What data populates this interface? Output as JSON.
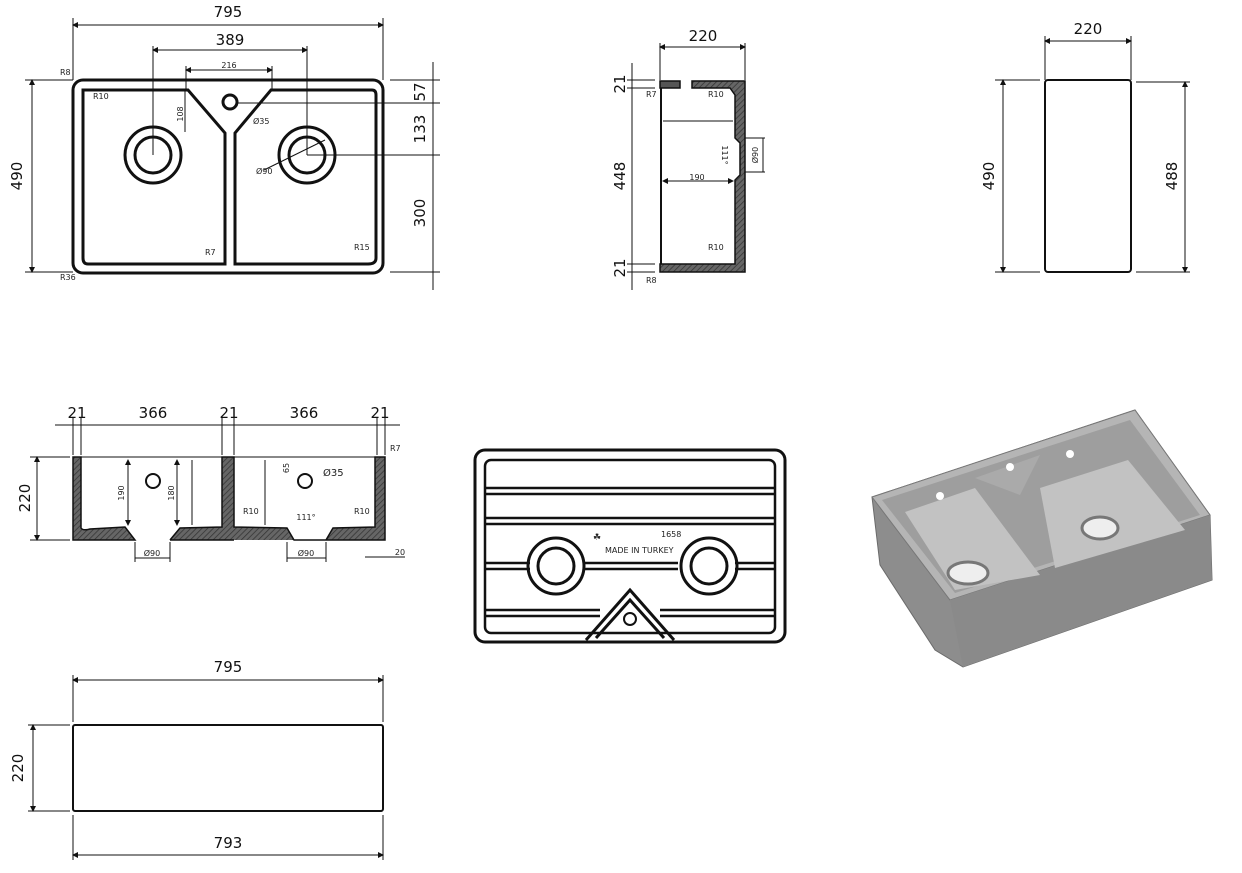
{
  "top_view": {
    "overall_width": "795",
    "waste_spacing": "389",
    "divider_width": "216",
    "depth": "490",
    "dim_57": "57",
    "dim_133": "133",
    "dim_300": "300",
    "dim_108": "108",
    "tap_hole": "Ø35",
    "waste_hole": "Ø90",
    "r8": "R8",
    "r10": "R10",
    "r7": "R7",
    "r15": "R15",
    "r36": "R36"
  },
  "side_section": {
    "width": "220",
    "wall_top": "21",
    "inner": "448",
    "wall_bottom": "21",
    "r7": "R7",
    "r10_top": "R10",
    "r10_bottom": "R10",
    "r8": "R8",
    "depth_190": "190",
    "angle": "111°",
    "waste": "Ø90"
  },
  "side_view": {
    "width": "220",
    "height_left": "490",
    "height_right": "488"
  },
  "front_section": {
    "wall_left": "21",
    "bowl_left": "366",
    "wall_mid": "21",
    "bowl_right": "366",
    "wall_right": "21",
    "height": "220",
    "depth_190": "190",
    "depth_180": "180",
    "dim_65": "65",
    "tap_hole": "Ø35",
    "r10_left": "R10",
    "r10_right": "R10",
    "r7": "R7",
    "angle": "111°",
    "waste_left": "Ø90",
    "waste_right": "Ø90",
    "base": "20"
  },
  "bottom_view": {
    "code": "1658",
    "stamp": "MADE IN TURKEY"
  },
  "front_view": {
    "top_width": "795",
    "bottom_width": "793",
    "height": "220"
  }
}
